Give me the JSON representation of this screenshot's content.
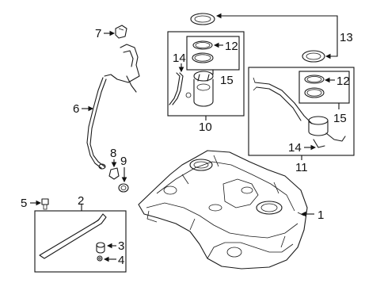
{
  "diagram": {
    "callouts": {
      "c1": "1",
      "c2": "2",
      "c3": "3",
      "c4": "4",
      "c5": "5",
      "c6": "6",
      "c7": "7",
      "c8": "8",
      "c9": "9",
      "c10": "10",
      "c11": "11",
      "c12a": "12",
      "c12b": "12",
      "c13": "13",
      "c14a": "14",
      "c14b": "14",
      "c15a": "15",
      "c15b": "15"
    }
  }
}
